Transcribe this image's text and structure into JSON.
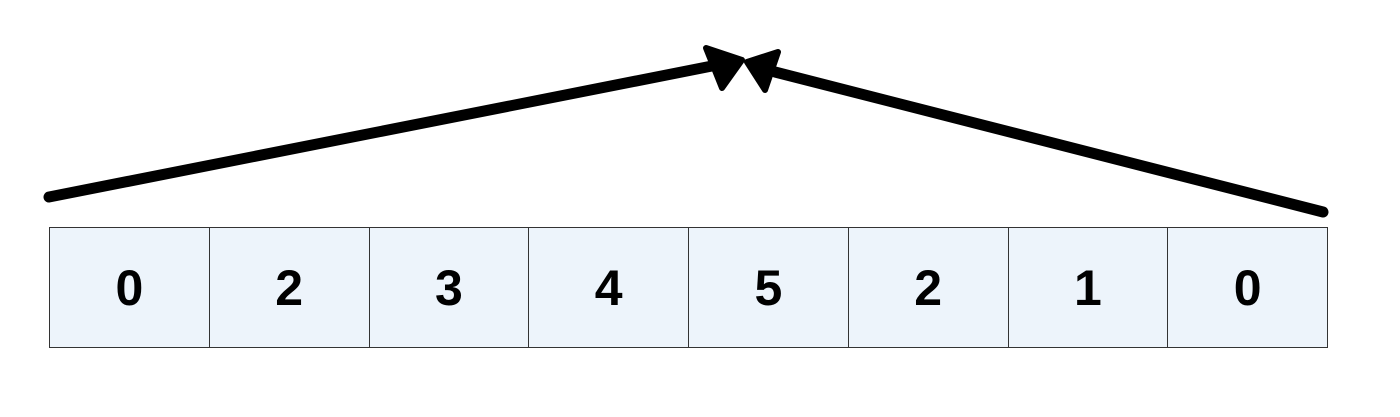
{
  "array": {
    "cells": [
      "0",
      "2",
      "3",
      "4",
      "5",
      "2",
      "1",
      "0"
    ]
  },
  "colors": {
    "cell_fill": "#edf4fb",
    "cell_border": "#333333",
    "arrow": "#000000"
  }
}
